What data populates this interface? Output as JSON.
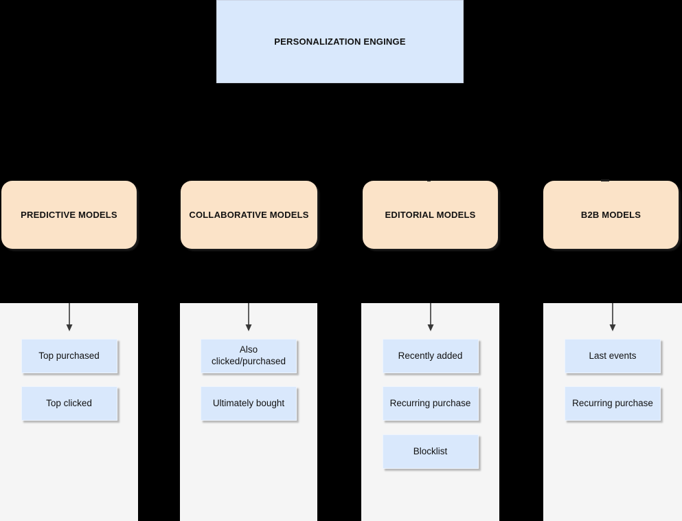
{
  "diagram": {
    "title": "PERSONALIZATION ENGINGE"
  },
  "branches": [
    {
      "id": "predictive",
      "label": "PREDICTIVE MODELS",
      "children": [
        "Top purchased",
        "Top clicked"
      ]
    },
    {
      "id": "collaborative",
      "label": "COLLABORATIVE MODELS",
      "children": [
        "Also clicked/purchased",
        "Ultimately bought"
      ]
    },
    {
      "id": "editorial",
      "label": "EDITORIAL MODELS",
      "children": [
        "Recently added",
        "Recurring purchase",
        "Blocklist"
      ]
    },
    {
      "id": "b2b",
      "label": "B2B MODELS",
      "children": [
        "Last events",
        "Recurring purchase"
      ]
    }
  ],
  "colors": {
    "background": "#000000",
    "node_blue": "#d9e8fc",
    "node_orange": "#fbe3c8",
    "panel_gray": "#f5f5f5",
    "arrow": "#383838",
    "text": "#111111"
  }
}
